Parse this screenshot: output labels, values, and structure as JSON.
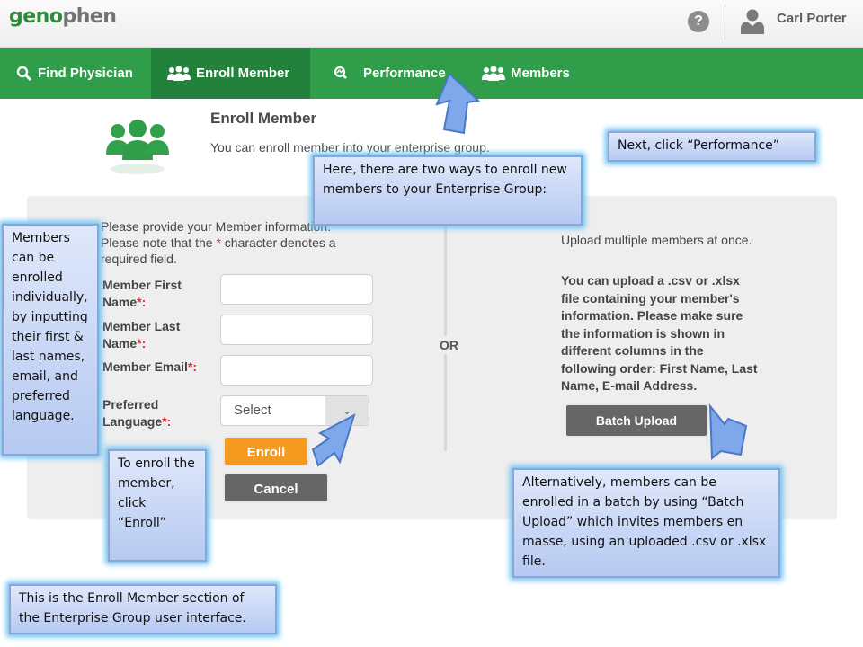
{
  "header": {
    "logo_text_part1": "geno",
    "logo_text_part2": "phen",
    "help_glyph": "?",
    "user_name": "Carl Porter"
  },
  "nav": {
    "items": [
      {
        "label": "Find Physician",
        "icon": "search-icon"
      },
      {
        "label": "Enroll Member",
        "icon": "group-icon",
        "active": true
      },
      {
        "label": "Performance",
        "icon": "performance-icon"
      },
      {
        "label": "Members",
        "icon": "group-icon"
      }
    ]
  },
  "page": {
    "title": "Enroll Member",
    "subtitle": "You can enroll member into your enterprise group."
  },
  "form": {
    "instructions_line1": "Please provide your Member information.",
    "instructions_line2_pre": "Please note that the ",
    "instructions_star": "*",
    "instructions_line2_post": " character denotes a required field.",
    "required_marker": "*:",
    "first_name_label": "Member First Name",
    "last_name_label": "Member Last Name",
    "email_label": "Member Email",
    "language_label": "Preferred Language",
    "first_name_value": "",
    "last_name_value": "",
    "email_value": "",
    "language_value": "Select",
    "enroll_label": "Enroll",
    "cancel_label": "Cancel"
  },
  "or_text": "OR",
  "upload": {
    "heading": "Upload multiple members at once.",
    "description": "You can upload a .csv or .xlsx file containing your member's information. Please make sure the information is shown in different columns in the following order: First Name, Last Name, E-mail Address.",
    "button_label": "Batch Upload"
  },
  "callouts": {
    "performance": "Next, click “Performance”",
    "two_ways": "Here, there are two ways to enroll new members to your Enterprise Group:",
    "individual": "Members can be enrolled individually, by inputting their first & last names, email, and preferred language.",
    "enroll": "To enroll the member, click “Enroll”",
    "batch": "Alternatively, members can be enrolled in a batch by using “Batch Upload” which invites members en masse, using an uploaded .csv or .xlsx file.",
    "section": "This is the Enroll Member section of the Enterprise Group user interface."
  },
  "colors": {
    "nav_green": "#2f9d49",
    "nav_active": "#22813a",
    "enroll_orange": "#f49a1f",
    "button_gray": "#666666",
    "callout_glow": "#6cc2f2"
  }
}
